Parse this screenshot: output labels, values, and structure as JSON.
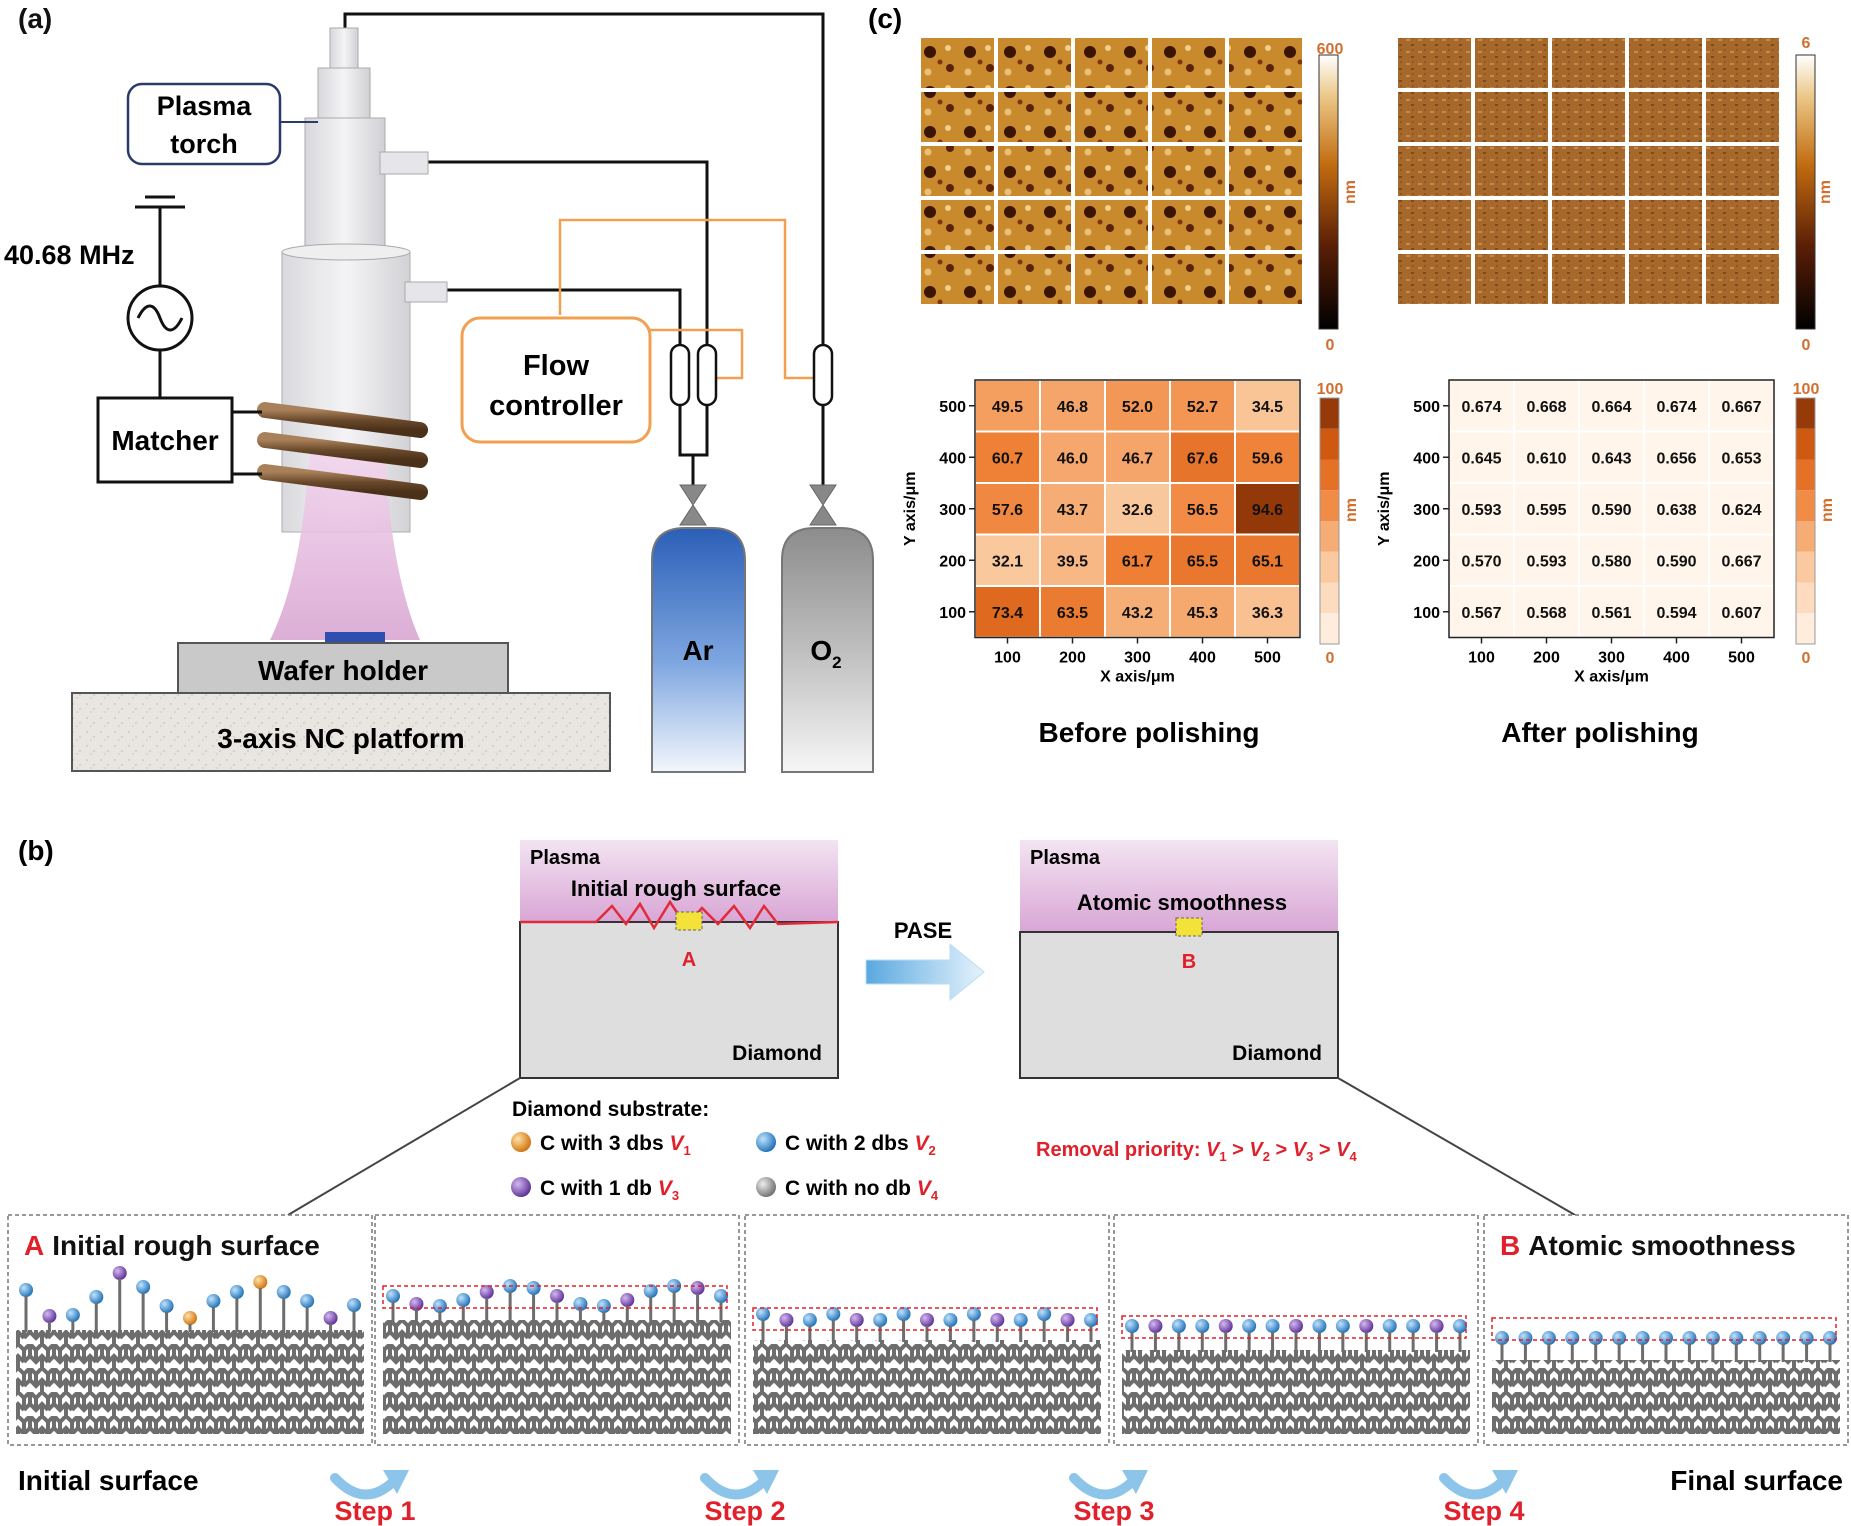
{
  "panel_a": {
    "label": "(a)",
    "plasma_torch": [
      "Plasma",
      "torch"
    ],
    "frequency": "40.68 MHz",
    "matcher": "Matcher",
    "flow_controller": [
      "Flow",
      "controller"
    ],
    "wafer_holder": "Wafer holder",
    "platform": "3-axis NC platform",
    "gas_ar": "Ar",
    "gas_o2_main": "O",
    "gas_o2_sub": "2"
  },
  "panel_c": {
    "label": "(c)",
    "before_caption": "Before polishing",
    "after_caption": "After polishing",
    "colorbar_before": {
      "max": "600",
      "min": "0",
      "unit": "nm"
    },
    "colorbar_after": {
      "max": "6",
      "min": "0",
      "unit": "nm"
    },
    "heat_colorbar": {
      "max": "100",
      "min": "0",
      "unit": "nm"
    },
    "heat_axes": {
      "ylabel": "Y axis/μm",
      "xlabel": "X axis/μm"
    },
    "x_ticks": [
      "100",
      "200",
      "300",
      "400",
      "500"
    ],
    "y_ticks": [
      "500",
      "400",
      "300",
      "200",
      "100"
    ]
  },
  "panel_b": {
    "label": "(b)",
    "plasma": "Plasma",
    "diamond": "Diamond",
    "initial_rough_surface": "Initial rough surface",
    "atomic_smoothness": "Atomic smoothness",
    "marker_a": "A",
    "marker_b": "B",
    "process": "PASE",
    "legend_title": "Diamond substrate:",
    "legend": {
      "c3": {
        "text": "C with 3 dbs ",
        "var": "V",
        "sub": "1",
        "color": "#e08a1e"
      },
      "c2": {
        "text": "C with 2 dbs ",
        "var": "V",
        "sub": "2",
        "color": "#2f7fc1"
      },
      "c1": {
        "text": "C with 1 db ",
        "var": "V",
        "sub": "3",
        "color": "#6a3fa0"
      },
      "c0": {
        "text": "C with no db ",
        "var": "V",
        "sub": "4",
        "color": "#8a8a8a"
      }
    },
    "removal_priority": {
      "prefix": "Removal priority: ",
      "gt": " > ",
      "var": "V",
      "subs": [
        "1",
        "2",
        "3",
        "4"
      ]
    },
    "strip_titles": {
      "a_letter": "A",
      "a_text": "Initial rough surface",
      "b_letter": "B",
      "b_text": "Atomic smoothness"
    },
    "initial_surface": "Initial surface",
    "final_surface": "Final surface",
    "steps": [
      "Step 1",
      "Step 2",
      "Step 3",
      "Step 4"
    ],
    "accent_red": "#e0202a"
  },
  "chart_data": [
    {
      "type": "heatmap",
      "title": "Before polishing",
      "xlabel": "X axis/μm",
      "ylabel": "Y axis/μm",
      "x": [
        100,
        200,
        300,
        400,
        500
      ],
      "y": [
        500,
        400,
        300,
        200,
        100
      ],
      "values": [
        [
          49.5,
          46.8,
          52.0,
          52.7,
          34.5
        ],
        [
          60.7,
          46.0,
          46.7,
          67.6,
          59.6
        ],
        [
          57.6,
          43.7,
          32.6,
          56.5,
          94.6
        ],
        [
          32.1,
          39.5,
          61.7,
          65.5,
          65.1
        ],
        [
          73.4,
          63.5,
          43.2,
          45.3,
          36.3
        ]
      ],
      "colorbar_range": [
        0,
        100
      ],
      "unit": "nm"
    },
    {
      "type": "heatmap",
      "title": "After polishing",
      "xlabel": "X axis/μm",
      "ylabel": "Y axis/μm",
      "x": [
        100,
        200,
        300,
        400,
        500
      ],
      "y": [
        500,
        400,
        300,
        200,
        100
      ],
      "values": [
        [
          0.674,
          0.668,
          0.664,
          0.674,
          0.667
        ],
        [
          0.645,
          0.61,
          0.643,
          0.656,
          0.653
        ],
        [
          0.593,
          0.595,
          0.59,
          0.638,
          0.624
        ],
        [
          0.57,
          0.593,
          0.58,
          0.59,
          0.667
        ],
        [
          0.567,
          0.568,
          0.561,
          0.594,
          0.607
        ]
      ],
      "colorbar_range": [
        0,
        100
      ],
      "unit": "nm"
    }
  ]
}
